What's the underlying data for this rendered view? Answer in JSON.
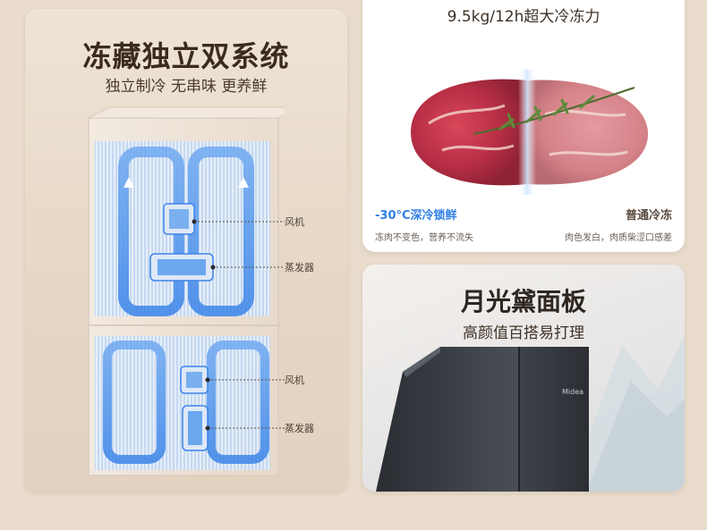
{
  "left_panel": {
    "title": "冻藏独立双系统",
    "subtitle": "独立制冷 无串味 更养鲜",
    "labels": {
      "upper_fan": "风机",
      "upper_evaporator": "蒸发器",
      "lower_fan": "风机",
      "lower_evaporator": "蒸发器"
    }
  },
  "top_right_panel": {
    "caption": "9.5kg/12h超大冷冻力",
    "left_method": "-30°C深冷锁鲜",
    "left_note": "冻肉不变色，营养不流失",
    "right_method": "普通冷冻",
    "right_note": "肉色发白，肉质柴涩口感差"
  },
  "bottom_right_panel": {
    "title": "月光黛面板",
    "subtitle": "高颜值百搭易打理",
    "brand_mark": "Midea"
  },
  "colors": {
    "accent_blue": "#2f7ee6",
    "title_brown": "#3b2a1f",
    "panel_dark": "#3a3e45"
  }
}
